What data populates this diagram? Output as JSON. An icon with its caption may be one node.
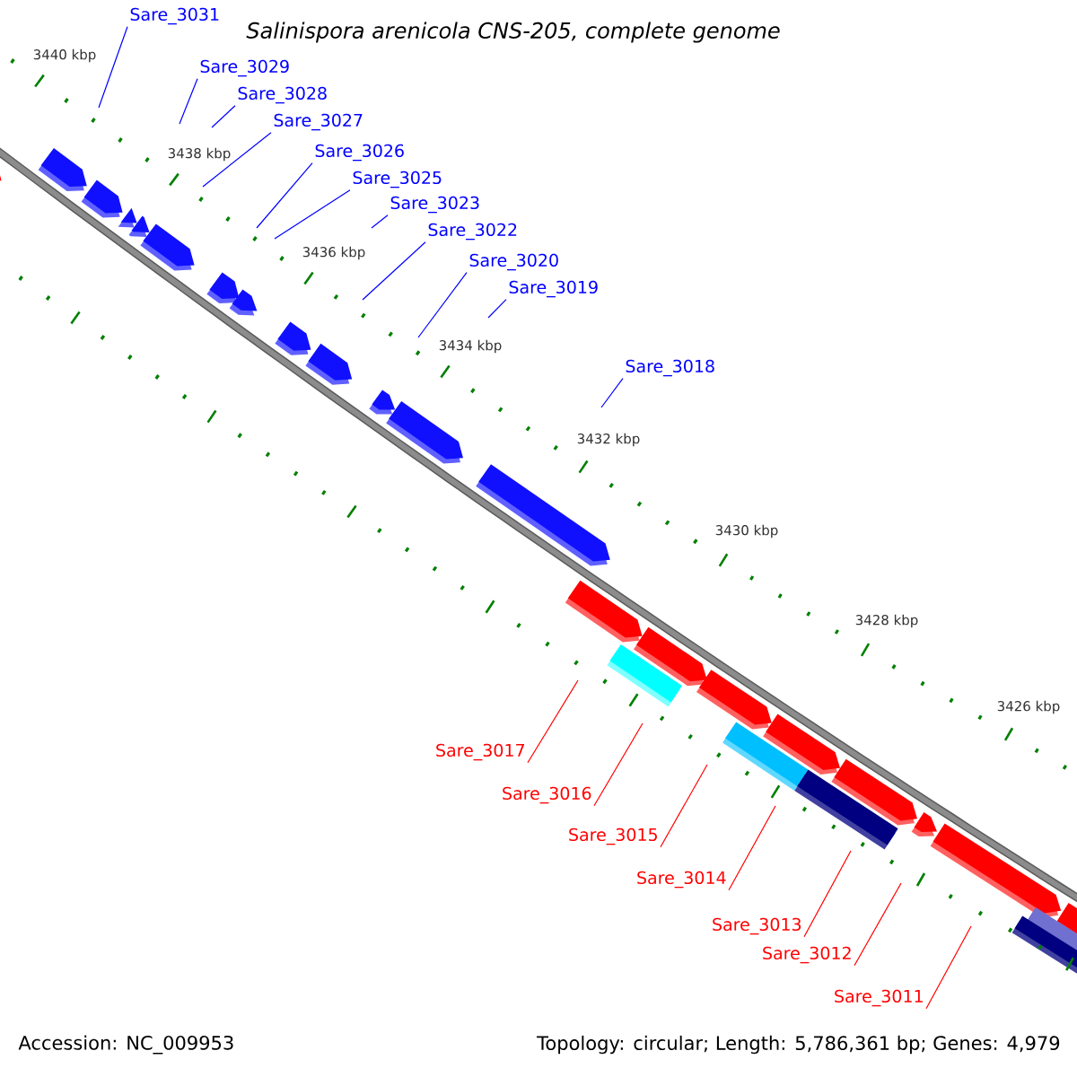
{
  "diagram": {
    "title": "Salinispora arenicola CNS-205, complete genome",
    "nodes": [
      {
        "text": [
          "Sare_3031"
        ]
      },
      {
        "text": [
          "Sare_3029"
        ]
      },
      {
        "text": [
          "Sare_3028"
        ]
      },
      {
        "text": [
          "Sare_3027"
        ]
      },
      {
        "text": [
          "Sare_3026"
        ]
      },
      {
        "text": [
          "Sare_3025"
        ]
      },
      {
        "text": [
          "Sare_3023"
        ]
      },
      {
        "text": [
          "Sare_3022"
        ]
      },
      {
        "text": [
          "Sare_3020"
        ]
      },
      {
        "text": [
          "Sare_3019"
        ]
      },
      {
        "text": [
          "Sare_3018"
        ]
      },
      {
        "text": [
          "Sare_3017"
        ]
      },
      {
        "text": [
          "Sare_3016"
        ]
      },
      {
        "text": [
          "Sare_3015"
        ]
      },
      {
        "text": [
          "Sare_3014"
        ]
      },
      {
        "text": [
          "Sare_3013"
        ]
      },
      {
        "text": [
          "Sare_3012"
        ]
      },
      {
        "text": [
          "Sare_3011"
        ]
      }
    ],
    "edges": [
      {
        "from": 0,
        "to": null,
        "arrow": "none"
      },
      {
        "from": 1,
        "to": null,
        "arrow": "none"
      },
      {
        "from": 2,
        "to": null,
        "arrow": "none"
      },
      {
        "from": 3,
        "to": null,
        "arrow": "none"
      },
      {
        "from": 4,
        "to": null,
        "arrow": "none"
      },
      {
        "from": 5,
        "to": null,
        "arrow": "none"
      },
      {
        "from": 6,
        "to": null,
        "arrow": "none"
      },
      {
        "from": 7,
        "to": null,
        "arrow": "none"
      },
      {
        "from": 8,
        "to": null,
        "arrow": "none"
      },
      {
        "from": 9,
        "to": null,
        "arrow": "none"
      },
      {
        "from": 10,
        "to": null,
        "arrow": "none"
      },
      {
        "from": 11,
        "to": null,
        "arrow": "none",
        "color": "#ff0000"
      },
      {
        "from": 12,
        "to": null,
        "arrow": "none",
        "color": "#ff0000"
      },
      {
        "from": 13,
        "to": null,
        "arrow": "none",
        "color": "#ff0000"
      },
      {
        "from": 14,
        "to": null,
        "arrow": "none",
        "color": "#ff0000"
      },
      {
        "from": 15,
        "to": null,
        "arrow": "none",
        "color": "#ff0000"
      },
      {
        "from": 16,
        "to": null,
        "arrow": "none",
        "color": "#ff0000"
      },
      {
        "from": 17,
        "to": null,
        "arrow": "none",
        "color": "#ff0000"
      }
    ],
    "labels": [
      "3440 kbp",
      "3438 kbp",
      "3436 kbp",
      "3434 kbp",
      "3432 kbp",
      "3430 kbp",
      "3428 kbp",
      "3426 kbp",
      "Accession: NC_009953",
      "Topology: circular; Length: 5,786,361 bp; Genes: 4,979"
    ]
  }
}
